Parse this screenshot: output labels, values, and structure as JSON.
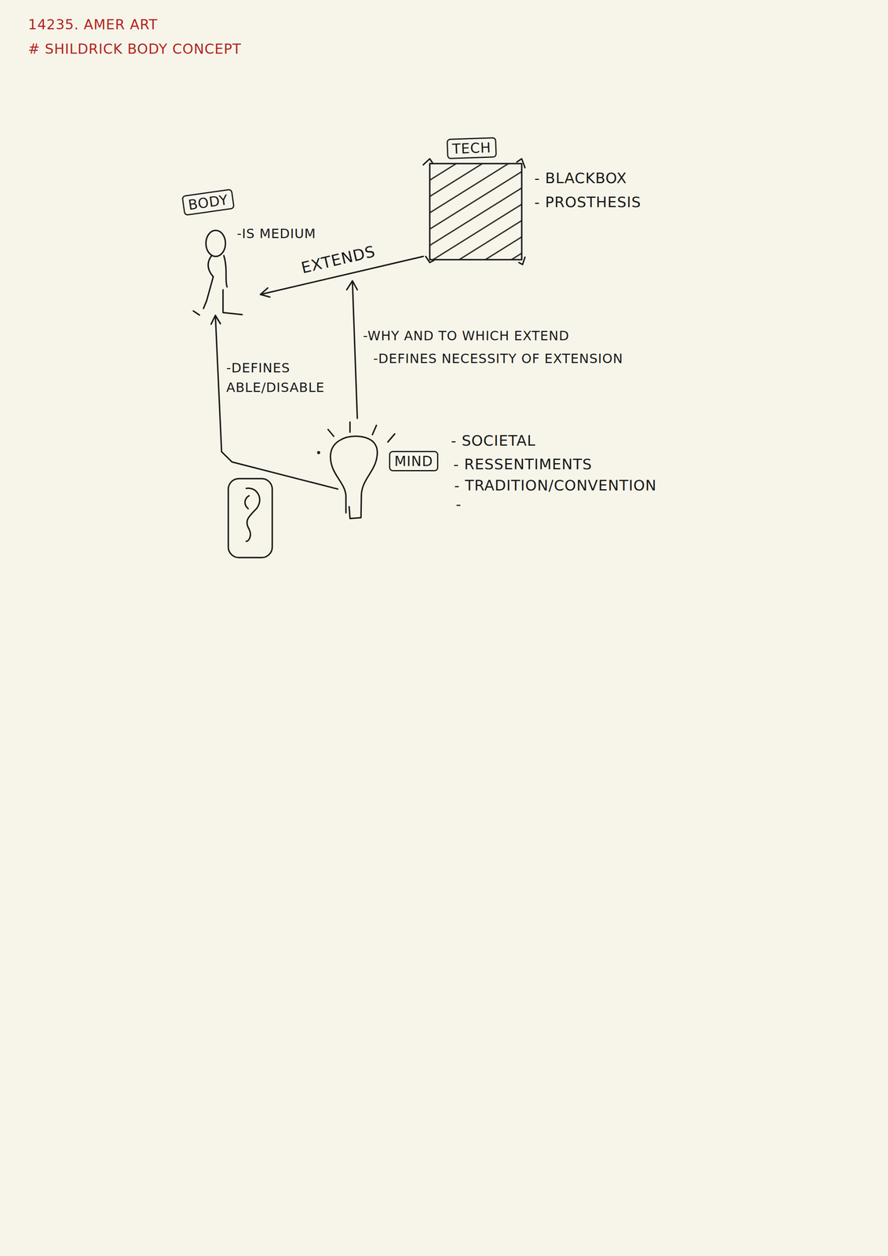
{
  "diagram": {
    "title": "# SHILDRICK BODY CONCEPT",
    "nodes": [
      {
        "text": [
          "BODY"
        ]
      },
      {
        "text": [
          "TECH"
        ]
      },
      {
        "text": [
          "MIND"
        ]
      }
    ],
    "edges": [
      {
        "from": 1,
        "to": 0,
        "arrow": "to",
        "label": "EXTENDS"
      },
      {
        "from": 2,
        "to": 0,
        "arrow": "to",
        "label": "-DEFINES ABLE/DISABLE"
      }
    ],
    "labels": [
      "14235. AMER ART",
      "-IS MEDIUM",
      "- BLACKBOX",
      "- PROSTHESIS",
      "-WHY AND TO WHICH EXTEND",
      "-DEFINES NECESSITY OF EXTENSION",
      "- SOCIETAL",
      "- RESSENTIMENTS",
      "- TRADITION/CONVENTION",
      "-"
    ]
  }
}
